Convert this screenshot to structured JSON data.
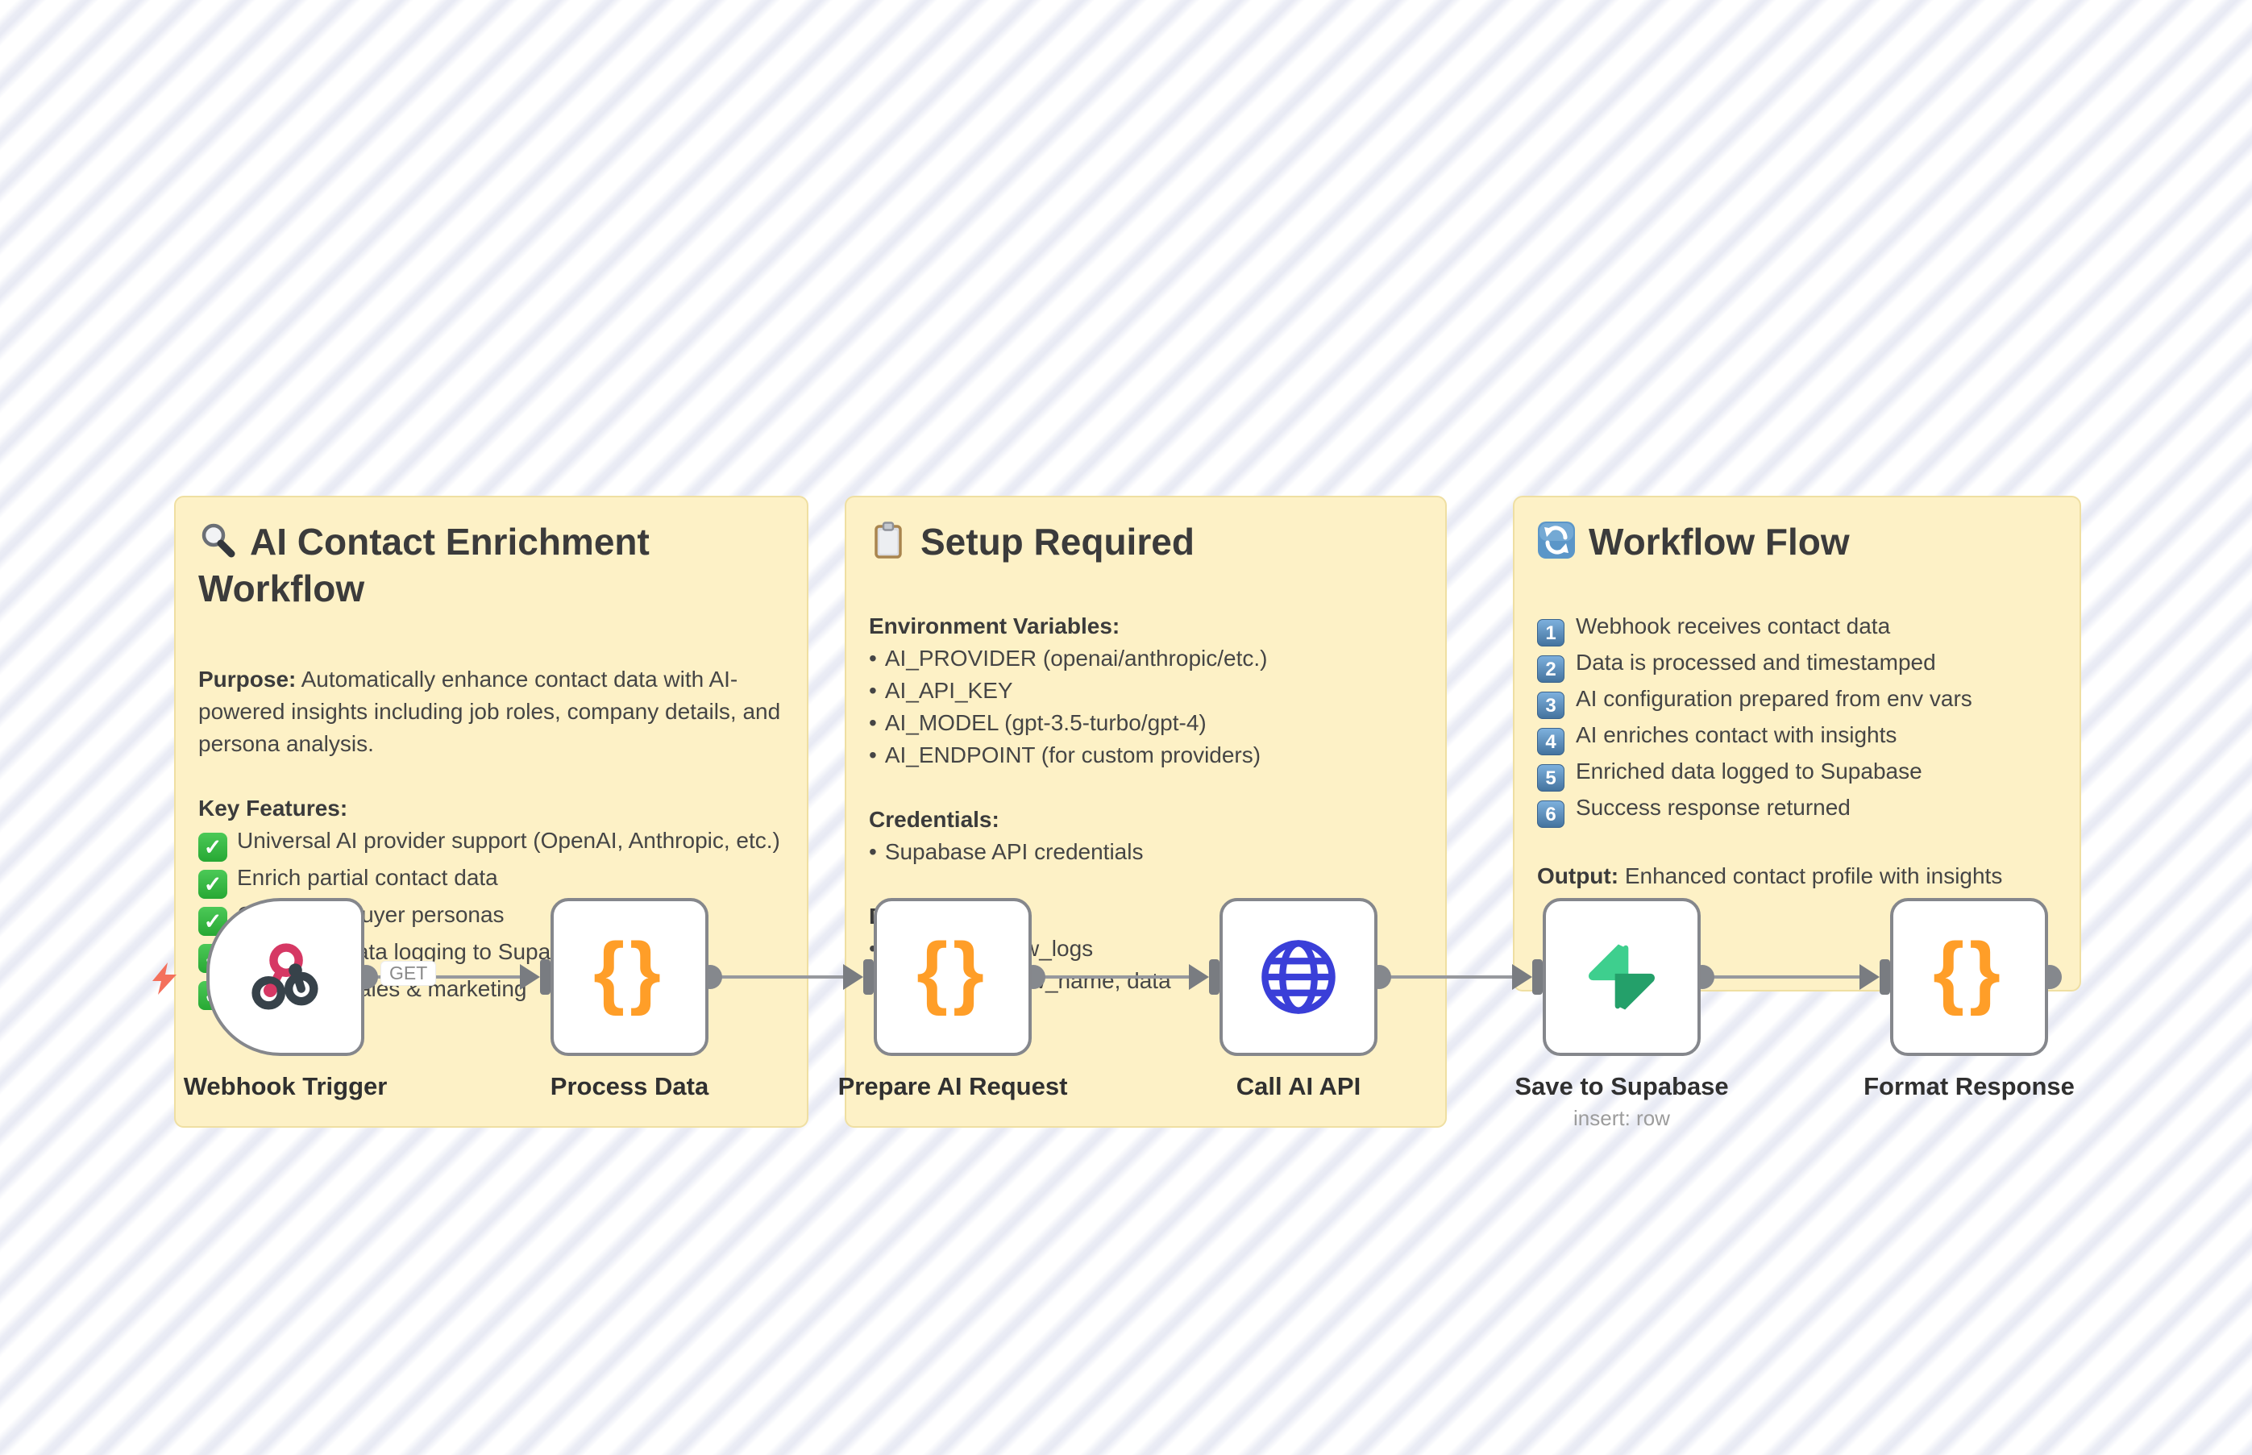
{
  "glyphs": {
    "bullet": "•",
    "check": "✓",
    "brace_open": "{",
    "brace_close": "}"
  },
  "stickies": {
    "workflow": {
      "icon": "magnifier-emoji",
      "title": "AI Contact Enrichment Workflow",
      "purpose_label": "Purpose:",
      "purpose_text": " Automatically enhance contact data with AI-powered insights including job roles, company details, and persona analysis.",
      "features_label": "Key Features:",
      "features": [
        "Universal AI provider support (OpenAI, Anthropic, etc.)",
        "Enrich partial contact data",
        "Generates buyer personas",
        "Automatic data logging to Supabase",
        "Perfect for sales & marketing"
      ]
    },
    "setup": {
      "icon": "clipboard-emoji",
      "title": "Setup Required",
      "env_label": "Environment Variables:",
      "env_vars": [
        "AI_PROVIDER (openai/anthropic/etc.)",
        "AI_API_KEY",
        "AI_MODEL (gpt-3.5-turbo/gpt-4)",
        "AI_ENDPOINT (for custom providers)"
      ],
      "credentials_label": "Credentials:",
      "credentials": [
        "Supabase API credentials"
      ],
      "data_label": "Data Logged:",
      "data_items": [
        "Table: workflow_logs",
        "Fields: workflow_name, data"
      ]
    },
    "flow": {
      "icon": "cycle-arrows-emoji",
      "title": "Workflow Flow",
      "steps": [
        {
          "num": "1",
          "text": "Webhook receives contact data"
        },
        {
          "num": "2",
          "text": "Data is processed and timestamped"
        },
        {
          "num": "3",
          "text": "AI configuration prepared from env vars"
        },
        {
          "num": "4",
          "text": "AI enriches contact with insights"
        },
        {
          "num": "5",
          "text": "Enriched data logged to Supabase"
        },
        {
          "num": "6",
          "text": "Success response returned"
        }
      ],
      "output_label": "Output:",
      "output_text": " Enhanced contact profile with insights"
    }
  },
  "nodes": [
    {
      "id": "webhook",
      "label": "Webhook Trigger",
      "icon": "webhook-icon",
      "type": "trigger"
    },
    {
      "id": "process",
      "label": "Process Data",
      "icon": "code-braces-icon"
    },
    {
      "id": "prepare",
      "label": "Prepare AI Request",
      "icon": "code-braces-icon"
    },
    {
      "id": "call",
      "label": "Call AI API",
      "icon": "globe-icon"
    },
    {
      "id": "save",
      "label": "Save to Supabase",
      "icon": "supabase-icon",
      "sublabel": "insert: row"
    },
    {
      "id": "format",
      "label": "Format Response",
      "icon": "code-braces-icon"
    }
  ],
  "connections": {
    "method_badge": "GET"
  },
  "colors": {
    "canvas_stripe": "#e9ebf4",
    "sticky_bg": "#fdf1c6",
    "sticky_border": "#efdfa2",
    "node_border": "#85878c",
    "connector_gray": "#97999e",
    "code_orange": "#ff9e28",
    "globe_blue": "#3a3fd8",
    "webhook_pink": "#d63864",
    "webhook_dark": "#37424a",
    "supabase_green": "#3ecf8e",
    "supabase_dark": "#1f9a5a",
    "trigger_bolt_coral": "#f4705c",
    "check_green": "#2eb943",
    "keycap_blue": "#44739e",
    "text_dark": "#3b3b3b"
  }
}
